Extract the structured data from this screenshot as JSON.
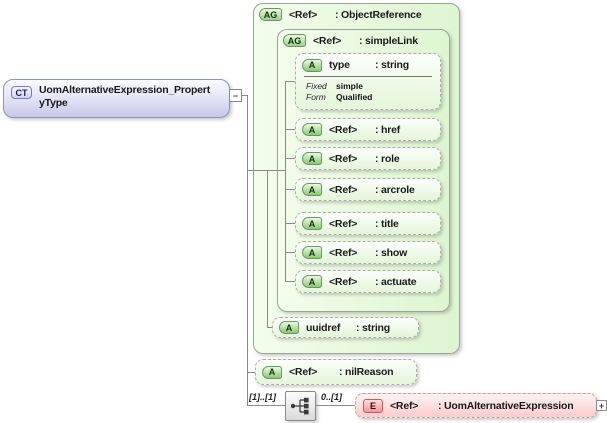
{
  "root": {
    "badge": "CT",
    "title_line1": "UomAlternativeExpression_Propert",
    "title_line2": "yType",
    "collapse_glyph": "−"
  },
  "object_reference_group": {
    "badge": "AG",
    "ref": "<Ref>",
    "type": ": ObjectReference"
  },
  "simple_link_group": {
    "badge": "AG",
    "ref": "<Ref>",
    "type": ": simpleLink",
    "type_attr": {
      "badge": "A",
      "name": "type",
      "type": ": string",
      "fixed_label": "Fixed",
      "fixed_value": "simple",
      "form_label": "Form",
      "form_value": "Qualified"
    },
    "attrs": [
      {
        "badge": "A",
        "ref": "<Ref>",
        "type": ": href"
      },
      {
        "badge": "A",
        "ref": "<Ref>",
        "type": ": role"
      },
      {
        "badge": "A",
        "ref": "<Ref>",
        "type": ": arcrole"
      },
      {
        "badge": "A",
        "ref": "<Ref>",
        "type": ": title"
      },
      {
        "badge": "A",
        "ref": "<Ref>",
        "type": ": show"
      },
      {
        "badge": "A",
        "ref": "<Ref>",
        "type": ": actuate"
      }
    ]
  },
  "uuidref_attr": {
    "badge": "A",
    "name": "uuidref",
    "type": ": string"
  },
  "nil_reason_attr": {
    "badge": "A",
    "ref": "<Ref>",
    "type": ": nilReason"
  },
  "sequence": {
    "cardinality_left": "[1]..[1]",
    "cardinality_right": "0..[1]"
  },
  "element": {
    "badge": "E",
    "ref": "<Ref>",
    "type": ": UomAlternativeExpression",
    "expand_glyph": "+"
  },
  "colors": {
    "panel_green": "#def5d1",
    "attr_green": "#e4f6da",
    "element_pink": "#fccccc",
    "complextype_purple": "#c7c7ea",
    "connector_gray": "#8a8a8a"
  }
}
